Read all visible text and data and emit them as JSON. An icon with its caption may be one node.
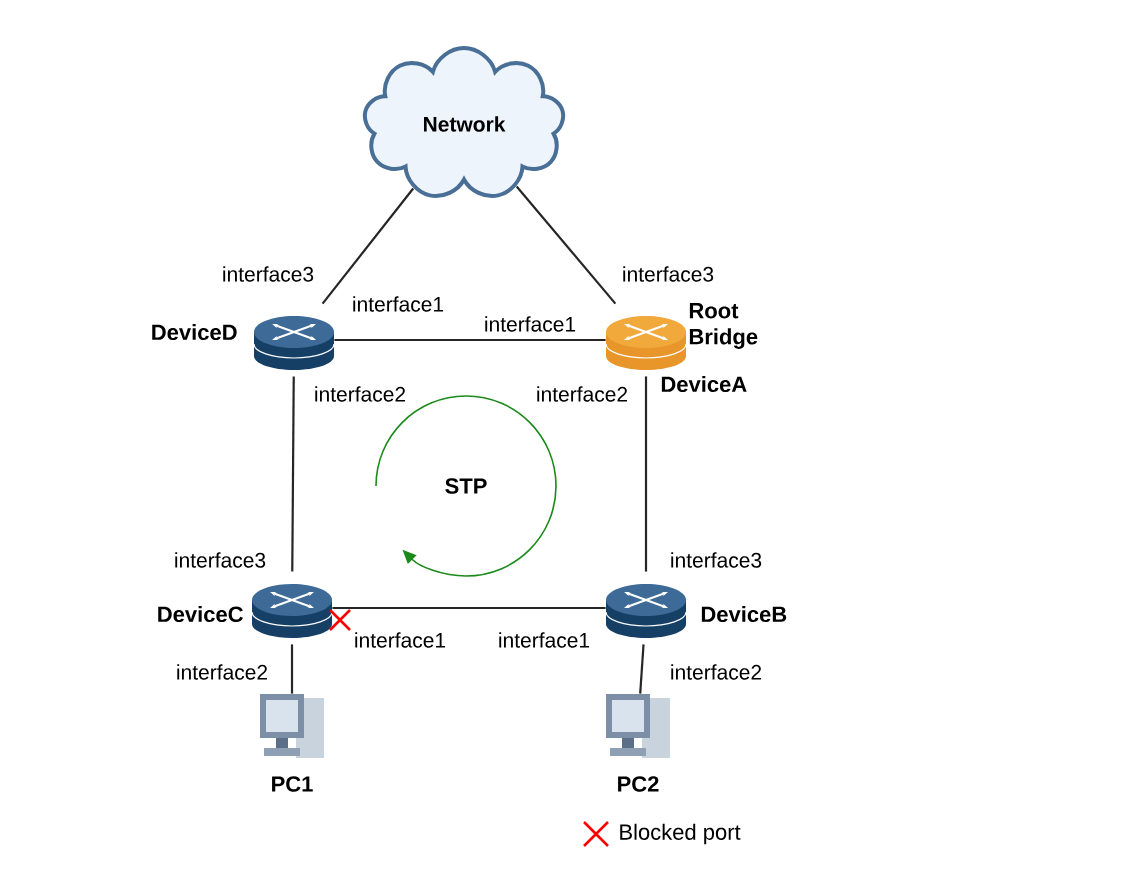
{
  "diagram": {
    "nodes": [
      {
        "text": [
          "Network"
        ]
      },
      {
        "text": [
          "DeviceD"
        ]
      },
      {
        "text": [
          "Root Bridge",
          "DeviceA"
        ]
      },
      {
        "text": [
          "DeviceC"
        ]
      },
      {
        "text": [
          "DeviceB"
        ]
      },
      {
        "text": [
          "PC1"
        ]
      },
      {
        "text": [
          "PC2"
        ]
      }
    ],
    "edges": [
      {
        "from": 0,
        "to": 1,
        "arrow": "none"
      },
      {
        "from": 0,
        "to": 2,
        "arrow": "none"
      },
      {
        "from": 1,
        "to": 2,
        "arrow": "none"
      },
      {
        "from": 1,
        "to": 3,
        "arrow": "none"
      },
      {
        "from": 2,
        "to": 4,
        "arrow": "none"
      },
      {
        "from": 3,
        "to": 4,
        "arrow": "none"
      },
      {
        "from": 3,
        "to": 5,
        "arrow": "none"
      },
      {
        "from": 4,
        "to": 6,
        "arrow": "none"
      }
    ],
    "labels": [
      "interface3",
      "interface3",
      "interface1",
      "interface1",
      "interface2",
      "interface2",
      "STP",
      "interface3",
      "interface3",
      "interface1",
      "interface1",
      "interface2",
      "interface2"
    ],
    "legend": [
      {
        "text": "Blocked port"
      }
    ]
  }
}
